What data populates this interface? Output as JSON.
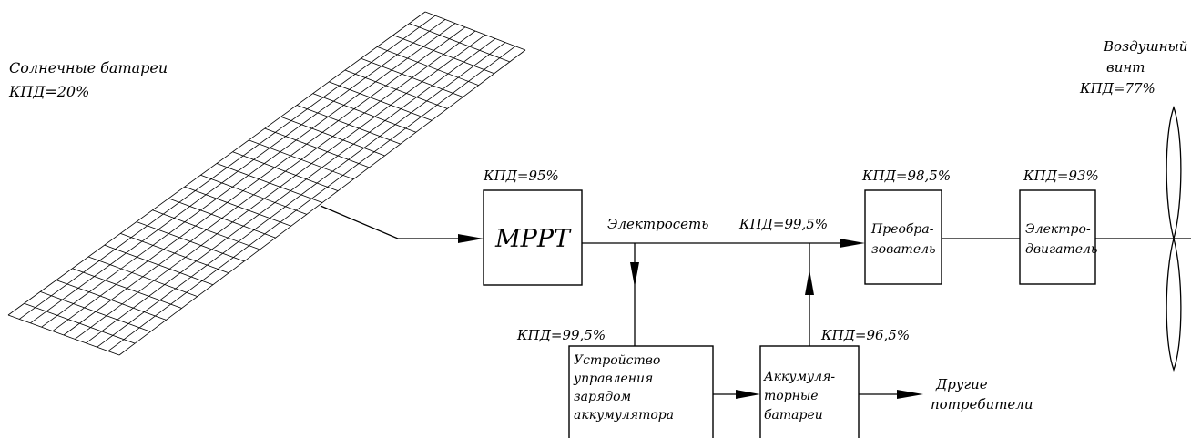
{
  "solar_panel": {
    "title": "Солнечные батареи",
    "efficiency": "КПД=20%"
  },
  "propeller": {
    "line1": "Воздушный",
    "line2": "винт",
    "efficiency": "КПД=77%"
  },
  "mppt": {
    "label": "MPPT",
    "efficiency": "КПД=95%"
  },
  "power_bus": {
    "label": "Электросеть",
    "efficiency": "КПД=99,5%"
  },
  "converter": {
    "line1": "Преобра-",
    "line2": "зователь",
    "efficiency": "КПД=98,5%"
  },
  "motor": {
    "line1": "Электро-",
    "line2": "двигатель",
    "efficiency": "КПД=93%"
  },
  "charge_controller": {
    "line1": "Устройство",
    "line2": "управления",
    "line3": "зарядом",
    "line4": "аккумулятора",
    "efficiency": "КПД=99,5%"
  },
  "battery": {
    "line1": "Аккумуля-",
    "line2": "торные",
    "line3": "батареи",
    "efficiency": "КПД=96,5%"
  },
  "other_consumers": {
    "line1": "Другие",
    "line2": "потребители"
  }
}
